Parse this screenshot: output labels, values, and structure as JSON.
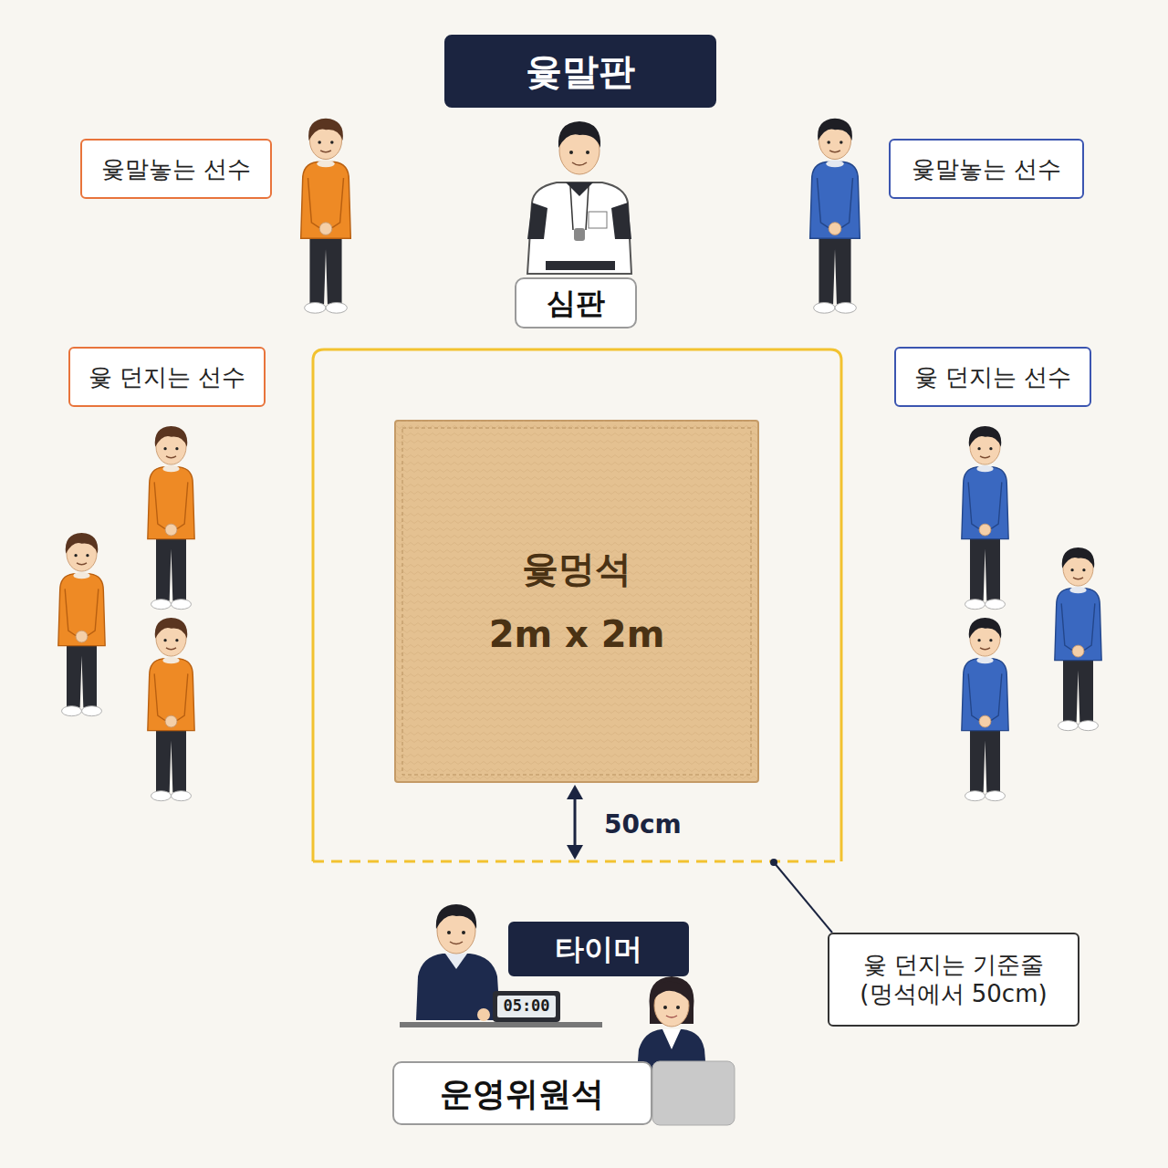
{
  "diagram": {
    "nodes": [
      {
        "text": [
          "윷말판"
        ]
      },
      {
        "text": [
          "윷말놓는 선수"
        ]
      },
      {
        "text": [
          "심판"
        ]
      },
      {
        "text": [
          "윷말놓는 선수"
        ]
      },
      {
        "text": [
          "윷 던지는 선수"
        ]
      },
      {
        "text": [
          "윷 던지는 선수"
        ]
      },
      {
        "text": [
          "윷멍석",
          "2m x 2m"
        ]
      },
      {
        "text": [
          "타이머"
        ]
      },
      {
        "text": [
          "윷 던지는 기준줄",
          "(멍석에서 50cm)"
        ]
      },
      {
        "text": [
          "운영위원석"
        ]
      }
    ],
    "labels": [
      "50cm",
      "05:00"
    ]
  }
}
